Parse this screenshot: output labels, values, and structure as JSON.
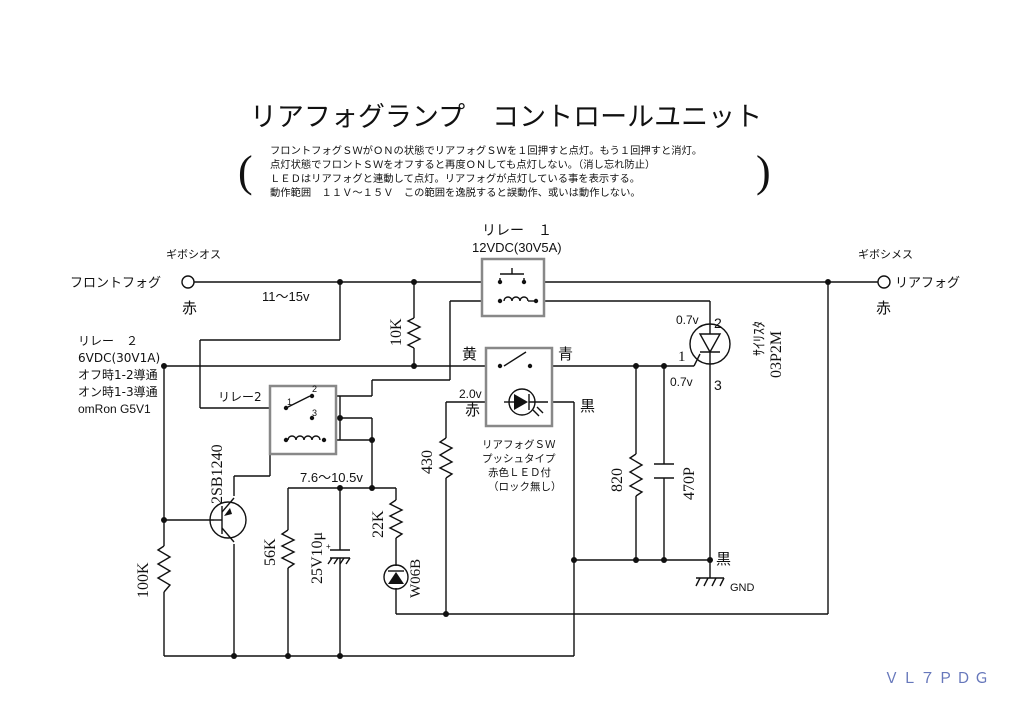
{
  "title": "リアフォグランプ　コントロールユニット",
  "description_lines": [
    "フロントフォグＳＷがＯＮの状態でリアフォグＳＷを１回押すと点灯。もう１回押すと消灯。",
    "点灯状態でフロントＳＷをオフすると再度ＯＮしても点灯しない。（消し忘れ防止）",
    "ＬＥＤはリアフォグと連動して点灯。リアフォグが点灯している事を表示する。",
    "動作範囲　１１Ｖ～１５Ｖ　この範囲を逸脱すると誤動作、或いは動作しない。"
  ],
  "terminals": {
    "left_connector": "ギボシオス",
    "left_signal": "フロントフォグ",
    "left_color": "赤",
    "right_connector": "ギボシメス",
    "right_signal": "リアフォグ",
    "right_color": "赤"
  },
  "voltages": {
    "supply": "11～15v",
    "regulated": "7.6～10.5v",
    "led": "2.0v",
    "gate_top": "0.7v",
    "gate_bottom": "0.7v"
  },
  "relay1": {
    "label": "リレー　１",
    "rating": "12VDC(30V5A)"
  },
  "relay2": {
    "label": "リレー2",
    "pin1": "1",
    "pin2": "2",
    "pin3": "3",
    "notes": [
      "リレー　２",
      "6VDC(30V1A)",
      "オフ時1-2導通",
      "オン時1-3導通",
      "omRon G5V1"
    ]
  },
  "components": {
    "r_10k": "10K",
    "r_100k": "100K",
    "r_56k": "56K",
    "r_22k": "22K",
    "r_430": "430",
    "r_820": "820",
    "c_470p": "470P",
    "c_25v10u": "25V10μ",
    "transistor": "2SB1240",
    "diode": "W06B",
    "thyristor": "03P2M",
    "thyristor_kind": "ｻｲﾘｽﾀ",
    "thyristor_pin1": "1",
    "thyristor_pin2": "2",
    "thyristor_pin3": "3"
  },
  "switch": {
    "yellow": "黄",
    "blue": "青",
    "red": "赤",
    "black": "黒",
    "desc": [
      "リアフォグＳＷ",
      "プッシュタイプ",
      "赤色ＬＥＤ付",
      "（ロック無し）"
    ]
  },
  "ground": {
    "color": "黒",
    "label": "GND"
  },
  "signature": "ＶＬ７ＰＤＧ"
}
